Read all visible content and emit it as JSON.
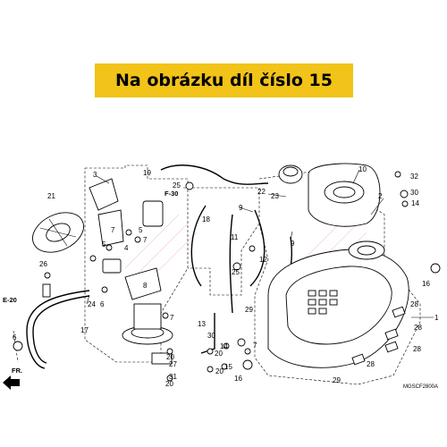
{
  "banner": {
    "text": "Na obrázku díl číslo 15",
    "color": "#f2c318"
  },
  "callouts": [
    "1",
    "2",
    "3",
    "4",
    "5",
    "6",
    "7",
    "8",
    "9",
    "10",
    "11",
    "12",
    "13",
    "14",
    "15",
    "16",
    "17",
    "18",
    "19",
    "20",
    "21",
    "22",
    "23",
    "24",
    "25",
    "26",
    "27",
    "28",
    "29",
    "30",
    "31",
    "32"
  ],
  "refs": {
    "f30": "F-30",
    "e20": "E-20",
    "fr": "FR."
  },
  "diagram_code": "MGSCF2800A",
  "watermark_color": "#c8102e"
}
